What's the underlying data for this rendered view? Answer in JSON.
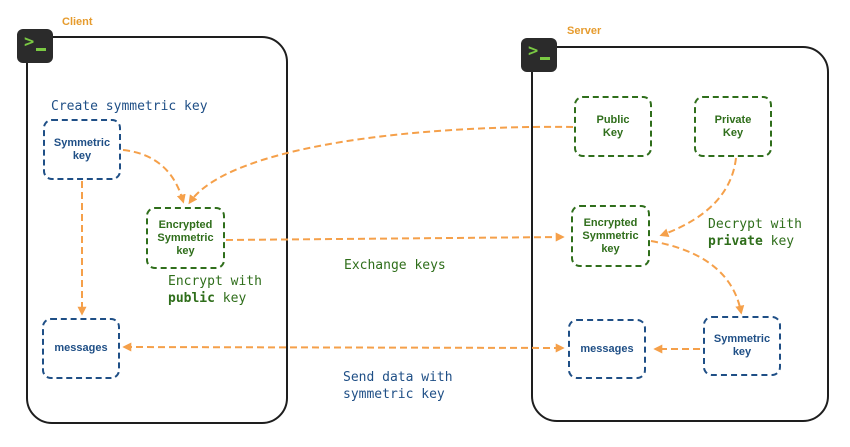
{
  "client": {
    "title": "Client",
    "terminal_glyph": ">",
    "caption_create": "Create symmetric key",
    "symmetric_key": "Symmetric\nkey",
    "encrypted_key": "Encrypted\nSymmetric\nkey",
    "encrypt_prefix": "Encrypt with",
    "encrypt_bold": "public",
    "encrypt_suffix": " key",
    "messages": "messages"
  },
  "server": {
    "title": "Server",
    "terminal_glyph": ">",
    "public_key": "Public\nKey",
    "private_key": "Private\nKey",
    "encrypted_key": "Encrypted\nSymmetric\nkey",
    "decrypt_prefix": "Decrypt with",
    "decrypt_bold": "private",
    "decrypt_suffix": " key",
    "symmetric_key": "Symmetric\nkey",
    "messages": "messages"
  },
  "labels": {
    "exchange_keys": "Exchange keys",
    "send_data": "Send data with\nsymmetric key"
  },
  "colors": {
    "arrow": "#f5a04a",
    "client_box": "#1f4f86",
    "key_box": "#2f6e1b",
    "title": "#e69b2d"
  }
}
